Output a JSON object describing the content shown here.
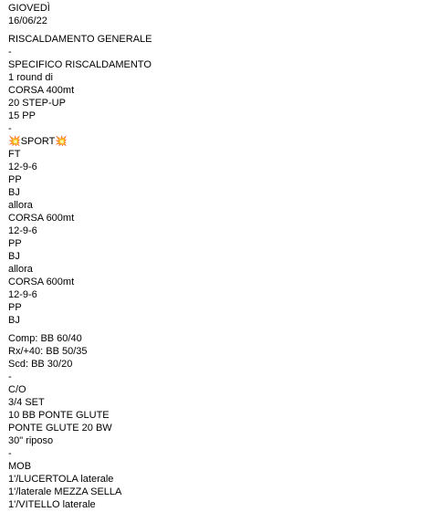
{
  "note": {
    "header": [
      "GIOVEDÌ",
      "16/06/22"
    ],
    "section_warmup": [
      "RISCALDAMENTO GENERALE",
      "-",
      "SPECIFICO RISCALDAMENTO",
      "1 round di",
      "CORSA 400mt",
      "20 STEP-UP",
      "15 PP",
      "-",
      "💥SPORT💥",
      "FT",
      "12-9-6",
      "PP",
      "BJ",
      "allora",
      "CORSA 600mt",
      "12-9-6",
      "PP",
      "BJ",
      "allora",
      "CORSA 600mt",
      "12-9-6",
      "PP",
      "BJ"
    ],
    "section_scaling": [
      "Comp: BB 60/40",
      "Rx/+40: BB 50/35",
      "Scd: BB 30/20",
      "-",
      "C/O",
      "3/4 SET",
      "10 BB PONTE GLUTE",
      "PONTE GLUTE 20 BW",
      "30\" riposo",
      "-",
      "MOB",
      "1'/LUCERTOLA laterale",
      "1'/laterale MEZZA SELLA",
      "1'/VITELLO laterale"
    ]
  }
}
